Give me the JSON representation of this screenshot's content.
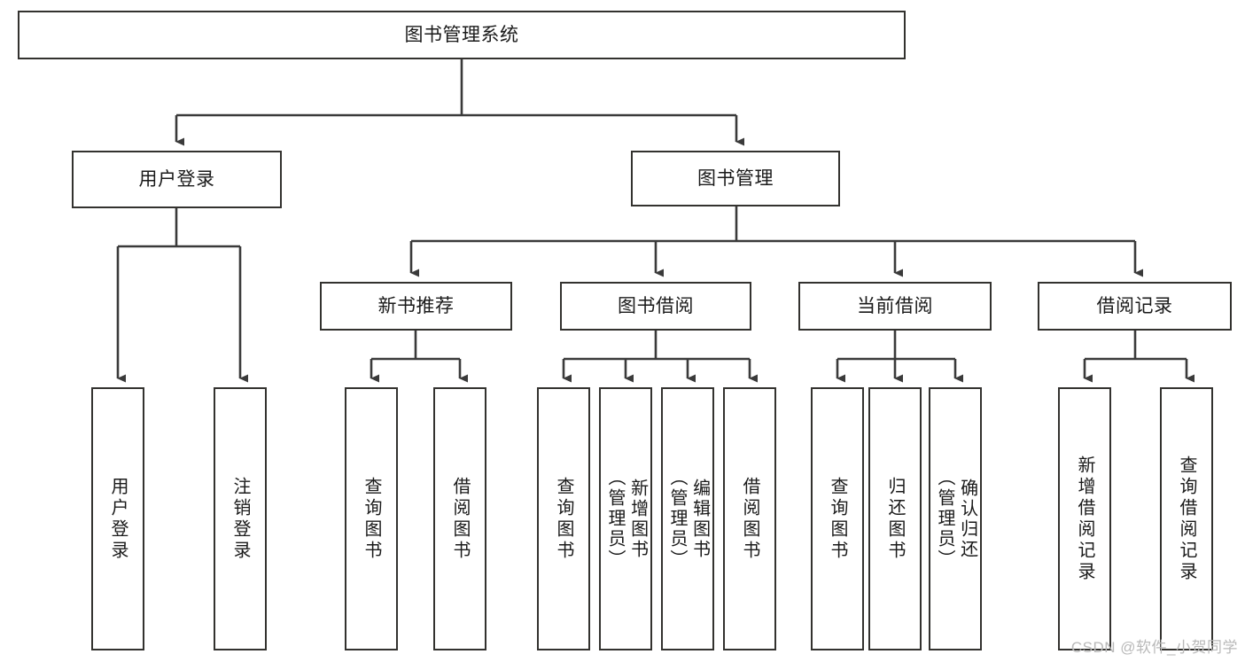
{
  "diagram": {
    "type": "tree",
    "title": "图书管理系统",
    "watermark": "CSDN @软件_小贺同学",
    "colors": {
      "box_border": "#33322f",
      "box_fill": "#ffffff",
      "edge": "#3a3a3a",
      "text": "#1a1a1a",
      "watermark": "#b9b9b9"
    },
    "root": {
      "id": "root",
      "label": "图书管理系统"
    },
    "level1": [
      {
        "id": "user-login",
        "label": "用户登录"
      },
      {
        "id": "book-management",
        "label": "图书管理"
      }
    ],
    "level2": [
      {
        "id": "new-book-recommend",
        "label": "新书推荐",
        "parent": "book-management"
      },
      {
        "id": "book-borrow",
        "label": "图书借阅",
        "parent": "book-management"
      },
      {
        "id": "current-borrow",
        "label": "当前借阅",
        "parent": "book-management"
      },
      {
        "id": "borrow-record",
        "label": "借阅记录",
        "parent": "book-management"
      }
    ],
    "leaves": {
      "user-login": [
        {
          "id": "leaf-user-login",
          "label": "用户登录"
        },
        {
          "id": "leaf-logout",
          "label": "注销登录"
        }
      ],
      "new-book-recommend": [
        {
          "id": "leaf-query-book-1",
          "label": "查询图书"
        },
        {
          "id": "leaf-borrow-book-1",
          "label": "借阅图书"
        }
      ],
      "book-borrow": [
        {
          "id": "leaf-query-book-2",
          "label": "查询图书"
        },
        {
          "id": "leaf-add-book",
          "label": "新增图书\n（管理员）"
        },
        {
          "id": "leaf-edit-book",
          "label": "编辑图书\n（管理员）"
        },
        {
          "id": "leaf-borrow-book-2",
          "label": "借阅图书"
        }
      ],
      "current-borrow": [
        {
          "id": "leaf-query-book-3",
          "label": "查询图书"
        },
        {
          "id": "leaf-return-book",
          "label": "归还图书"
        },
        {
          "id": "leaf-confirm-return",
          "label": "确认归还\n（管理员）"
        }
      ],
      "borrow-record": [
        {
          "id": "leaf-add-record",
          "label": "新增借阅记录"
        },
        {
          "id": "leaf-query-record",
          "label": "查询借阅记录"
        }
      ]
    }
  }
}
